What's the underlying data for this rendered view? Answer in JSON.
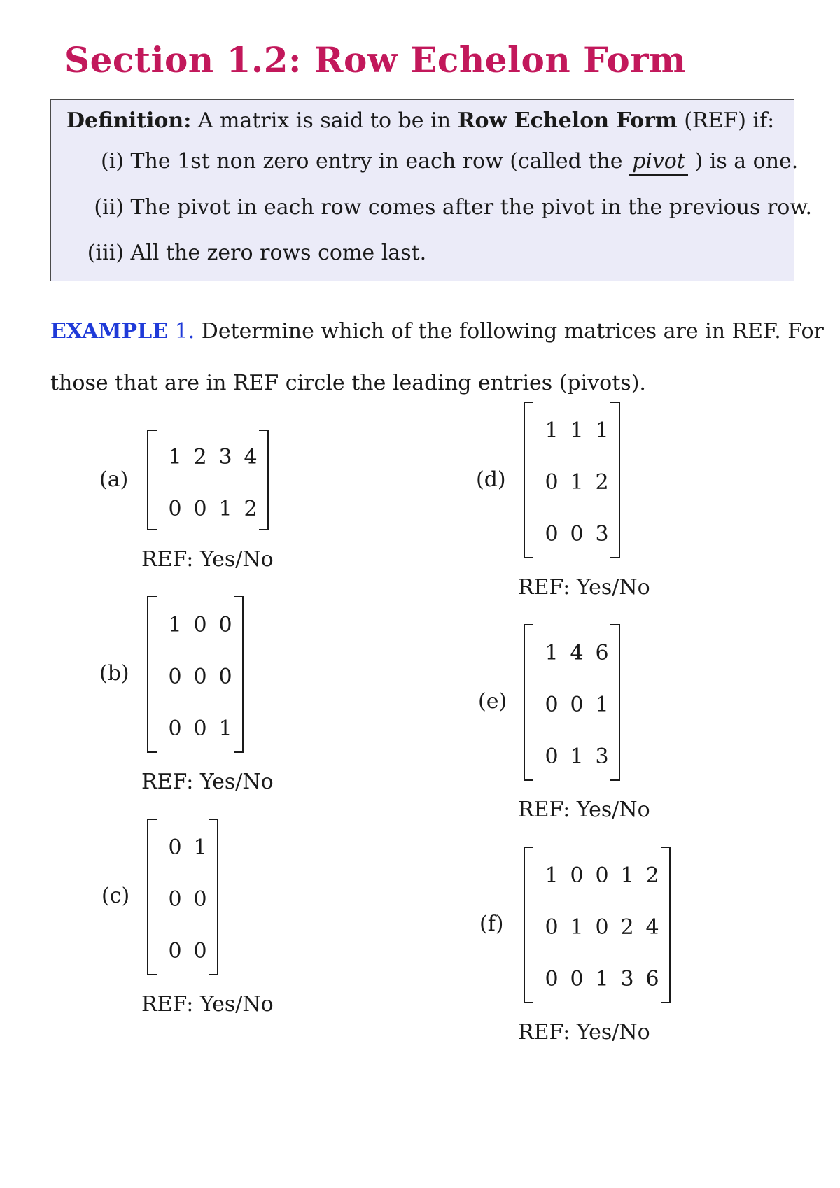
{
  "title": "Section 1.2: Row Echelon Form",
  "definition": {
    "label": "Definition:",
    "intro_before": "A matrix is said to be in",
    "term": "Row Echelon Form",
    "intro_after": "(REF) if:",
    "items": [
      {
        "num": "(i)",
        "before": "The 1st non zero entry in each row (called the",
        "em": "pivot",
        "after": ") is a one."
      },
      {
        "num": "(ii)",
        "text": "The pivot in each row comes after the pivot in the previous row."
      },
      {
        "num": "(iii)",
        "text": "All the zero rows come last."
      }
    ]
  },
  "example": {
    "label": "EXAMPLE",
    "number": "1.",
    "line1": "Determine which of the following matrices are in REF. For",
    "line2": "those that are in REF circle the leading entries (pivots)."
  },
  "matrices": [
    {
      "label": "(a)",
      "rows": [
        [
          "1",
          "2",
          "3",
          "4"
        ],
        [
          "0",
          "0",
          "1",
          "2"
        ]
      ],
      "answer": "REF: Yes/No"
    },
    {
      "label": "(b)",
      "rows": [
        [
          "1",
          "0",
          "0"
        ],
        [
          "0",
          "0",
          "0"
        ],
        [
          "0",
          "0",
          "1"
        ]
      ],
      "answer": "REF: Yes/No"
    },
    {
      "label": "(c)",
      "rows": [
        [
          "0",
          "1"
        ],
        [
          "0",
          "0"
        ],
        [
          "0",
          "0"
        ]
      ],
      "answer": "REF: Yes/No"
    },
    {
      "label": "(d)",
      "rows": [
        [
          "1",
          "1",
          "1"
        ],
        [
          "0",
          "1",
          "2"
        ],
        [
          "0",
          "0",
          "3"
        ]
      ],
      "answer": "REF: Yes/No"
    },
    {
      "label": "(e)",
      "rows": [
        [
          "1",
          "4",
          "6"
        ],
        [
          "0",
          "0",
          "1"
        ],
        [
          "0",
          "1",
          "3"
        ]
      ],
      "answer": "REF: Yes/No"
    },
    {
      "label": "(f)",
      "rows": [
        [
          "1",
          "0",
          "0",
          "1",
          "2"
        ],
        [
          "0",
          "1",
          "0",
          "2",
          "4"
        ],
        [
          "0",
          "0",
          "1",
          "3",
          "6"
        ]
      ],
      "answer": "REF: Yes/No"
    }
  ]
}
